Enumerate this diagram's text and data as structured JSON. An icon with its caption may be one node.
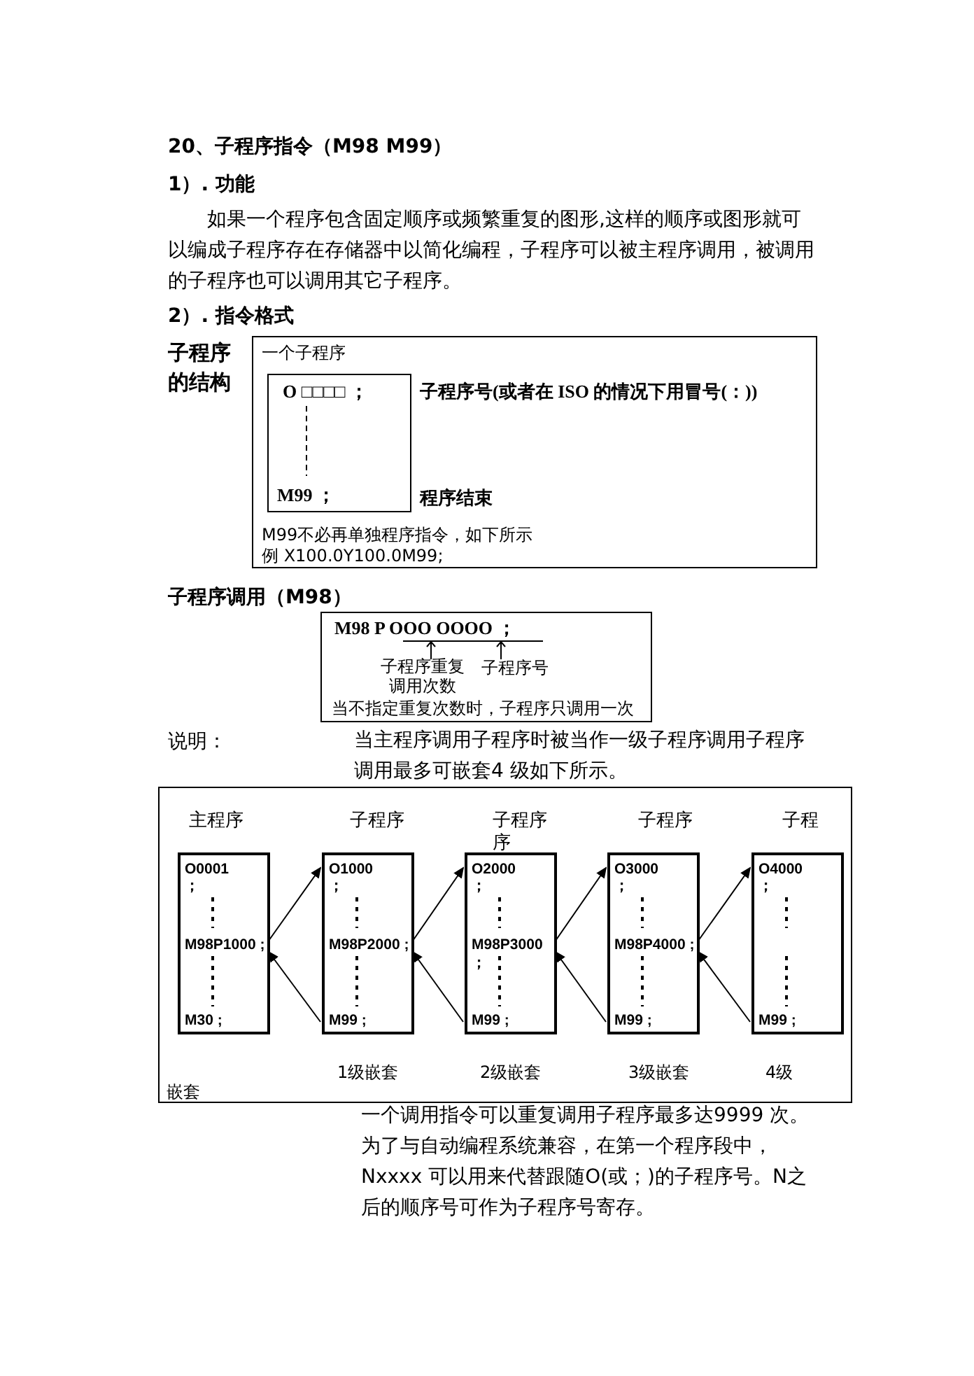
{
  "diagram": {
    "title": "20、子程序指令（M98 M99）",
    "nodes": [
      {
        "text": [
          "一个子程序",
          "M99不必再单独程序指令，如下所示",
          "例  X100.0Y100.0M99;"
        ]
      },
      {
        "text": [
          "O □□□□ ；",
          "M99 ；"
        ],
        "in": 0,
        "beside": [
          "子程序号(或者在 ISO 的情况下用冒号(：))",
          "程序结束"
        ]
      },
      {
        "text": [
          "M98 P OOO OOOO ；",
          "子程序重复调用次数",
          "子程序号",
          "当不指定重复次数时，子程序只调用一次"
        ]
      },
      {
        "text": [
          "1级嵌套",
          "2级嵌套",
          "3级嵌套",
          "4级",
          "嵌套"
        ]
      },
      {
        "text": [
          "主程序",
          "O0001",
          "；",
          "M98P1000 ;",
          "M30 ;"
        ],
        "in": 3
      },
      {
        "text": [
          "子程序",
          "O1000",
          "；",
          "M98P2000 ;",
          "M99 ;"
        ],
        "in": 3
      },
      {
        "text": [
          "子程序序",
          "O2000",
          "；",
          "M98P3000",
          "；",
          "M99 ;"
        ],
        "in": 3
      },
      {
        "text": [
          "子程序",
          "O3000",
          "；",
          "M98P4000 ;",
          "M99 ;"
        ],
        "in": 3
      },
      {
        "text": [
          "子程",
          "O4000",
          "；",
          "M99 ;"
        ],
        "in": 3
      }
    ],
    "edges": [
      {
        "from": 4,
        "to": 5,
        "arrow": "to"
      },
      {
        "from": 5,
        "to": 4,
        "arrow": "to"
      },
      {
        "from": 5,
        "to": 6,
        "arrow": "to"
      },
      {
        "from": 6,
        "to": 5,
        "arrow": "to"
      },
      {
        "from": 6,
        "to": 7,
        "arrow": "to"
      },
      {
        "from": 7,
        "to": 6,
        "arrow": "to"
      },
      {
        "from": 7,
        "to": 8,
        "arrow": "to"
      },
      {
        "from": 8,
        "to": 7,
        "arrow": "to"
      }
    ],
    "labels": [
      "1）. 功能",
      "如果一个程序包含固定顺序或频繁重复的图形,这样的顺序或图形就可以编成子程序存在存储器中以简化编程，子程序可以被主程序调用，被调用的子程序也可以调用其它子程序。",
      "2）. 指令格式",
      "子程序的结构",
      "子程序调用（M98）",
      "说明：",
      "当主程序调用子程序时被当作一级子程序调用子程序调用最多可嵌套4 级如下所示。",
      "一个调用指令可以重复调用子程序最多达9999 次。为了与自动编程系统兼容，在第一个程序段中，Nxxxx 可以用来代替跟随O(或；)的子程序号。N之后的顺序号可作为子程序号寄存。"
    ]
  }
}
